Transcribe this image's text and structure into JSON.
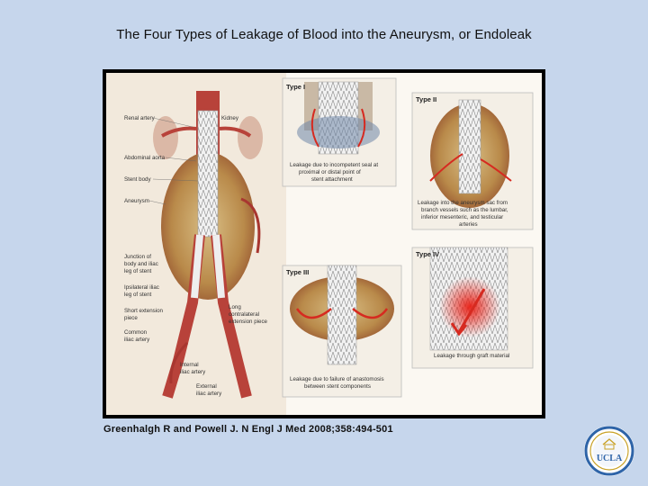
{
  "slide": {
    "title": "The Four Types of Leakage of Blood into the Aneurysm, or Endoleak",
    "citation": "Greenhalgh R and Powell J. N Engl J Med 2008;358:494-501"
  },
  "figure": {
    "anatomy_labels": {
      "renal_artery": "Renal artery",
      "kidney": "Kidney",
      "abdominal_aorta": "Abdominal aorta",
      "stent_body": "Stent body",
      "aneurysm": "Aneurysm",
      "junction_line1": "Junction of",
      "junction_line2": "body and iliac",
      "junction_line3": "leg of stent",
      "ipsilateral_line1": "Ipsilateral iliac",
      "ipsilateral_line2": "leg of stent",
      "short_ext_line1": "Short extension",
      "short_ext_line2": "piece",
      "long_ext_line1": "Long",
      "long_ext_line2": "contralateral",
      "long_ext_line3": "extension piece",
      "common_iliac_line1": "Common",
      "common_iliac_line2": "iliac artery",
      "internal_iliac_line1": "Internal",
      "internal_iliac_line2": "iliac artery",
      "external_iliac_line1": "External",
      "external_iliac_line2": "iliac artery"
    },
    "panels": {
      "type1": {
        "label": "Type I",
        "caption_line1": "Leakage due to incompetent seal at",
        "caption_line2": "proximal or distal point of",
        "caption_line3": "stent attachment"
      },
      "type2": {
        "label": "Type II",
        "caption_line1": "Leakage into the aneurysm sac from",
        "caption_line2": "branch vessels such as the lumbar,",
        "caption_line3": "inferior mesenteric, and testicular",
        "caption_line4": "arteries"
      },
      "type3": {
        "label": "Type III",
        "caption_line1": "Leakage due to failure of anastomosis",
        "caption_line2": "between stent components"
      },
      "type4": {
        "label": "Type IV",
        "caption_line1": "Leakage through graft material"
      }
    },
    "colors": {
      "vessel": "#b8423a",
      "aneurysm": "#c9a35e",
      "stent": "#e8e8e8",
      "panel_bg": "#f4efe6",
      "leak_arrow": "#d62a20"
    }
  },
  "logo": {
    "text": "UCLA"
  }
}
